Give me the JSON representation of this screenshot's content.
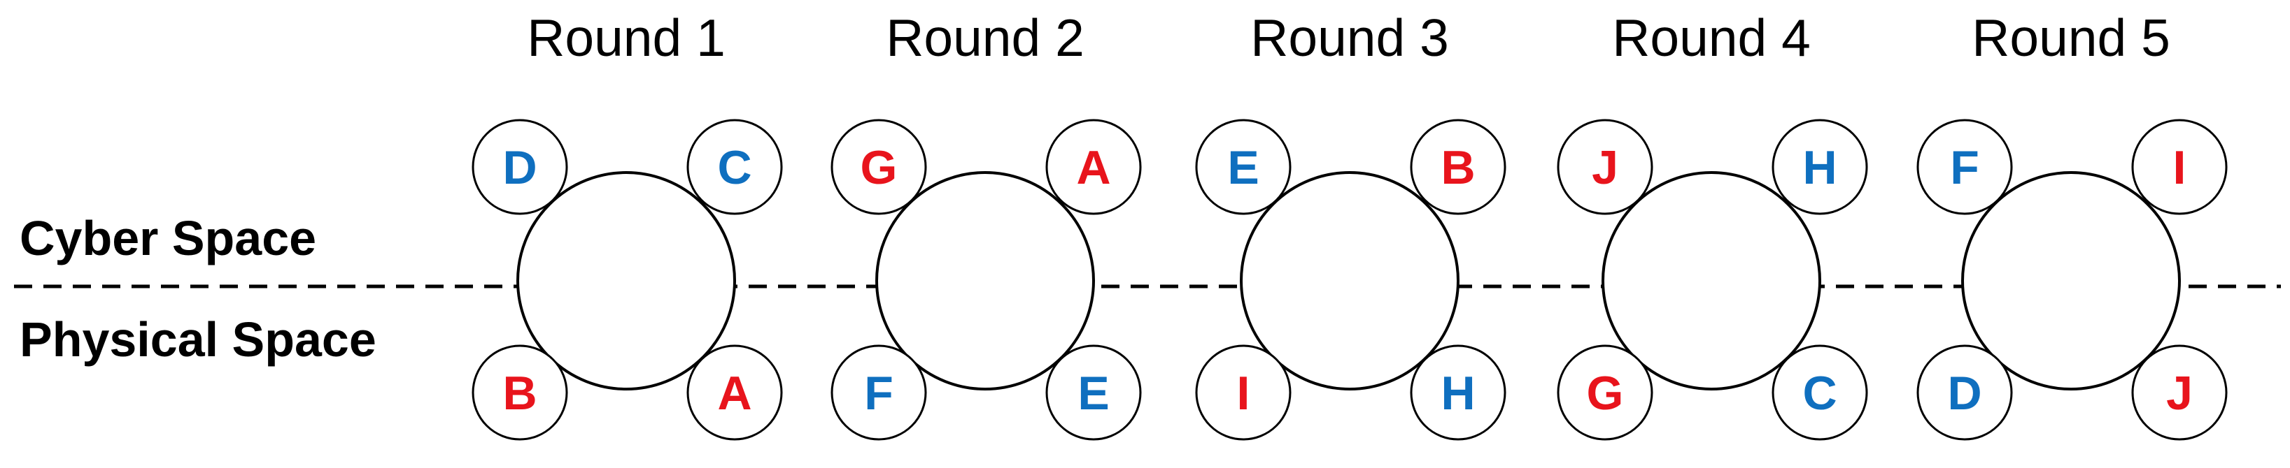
{
  "labels": {
    "cyber_space": "Cyber Space",
    "physical_space": "Physical Space"
  },
  "colors": {
    "red": "#e8141c",
    "blue": "#0f6fbf"
  },
  "rounds": [
    {
      "title": "Round 1",
      "seats": [
        {
          "letter": "D",
          "color": "blue"
        },
        {
          "letter": "C",
          "color": "blue"
        },
        {
          "letter": "B",
          "color": "red"
        },
        {
          "letter": "A",
          "color": "red"
        }
      ]
    },
    {
      "title": "Round 2",
      "seats": [
        {
          "letter": "G",
          "color": "red"
        },
        {
          "letter": "A",
          "color": "red"
        },
        {
          "letter": "F",
          "color": "blue"
        },
        {
          "letter": "E",
          "color": "blue"
        }
      ]
    },
    {
      "title": "Round 3",
      "seats": [
        {
          "letter": "E",
          "color": "blue"
        },
        {
          "letter": "B",
          "color": "red"
        },
        {
          "letter": "I",
          "color": "red"
        },
        {
          "letter": "H",
          "color": "blue"
        }
      ]
    },
    {
      "title": "Round 4",
      "seats": [
        {
          "letter": "J",
          "color": "red"
        },
        {
          "letter": "H",
          "color": "blue"
        },
        {
          "letter": "G",
          "color": "red"
        },
        {
          "letter": "C",
          "color": "blue"
        }
      ]
    },
    {
      "title": "Round 5",
      "seats": [
        {
          "letter": "F",
          "color": "blue"
        },
        {
          "letter": "I",
          "color": "red"
        },
        {
          "letter": "D",
          "color": "blue"
        },
        {
          "letter": "J",
          "color": "red"
        }
      ]
    }
  ]
}
